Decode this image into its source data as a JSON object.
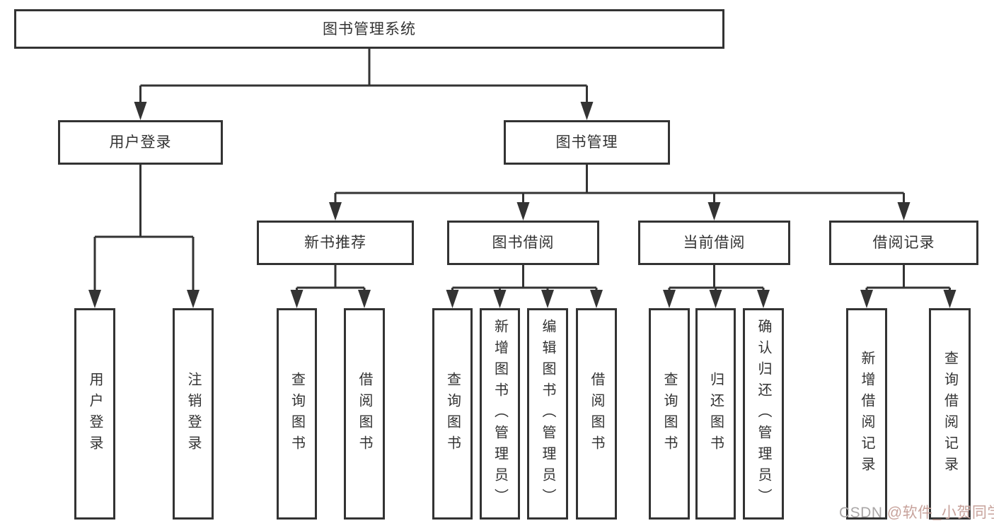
{
  "tree": {
    "root": {
      "label": "图书管理系统"
    },
    "branches": [
      {
        "label": "用户登录",
        "children": [
          {
            "label": "用户登录"
          },
          {
            "label": "注销登录"
          }
        ]
      },
      {
        "label": "图书管理",
        "children": [
          {
            "label": "新书推荐",
            "children": [
              {
                "label": "查询图书"
              },
              {
                "label": "借阅图书"
              }
            ]
          },
          {
            "label": "图书借阅",
            "children": [
              {
                "label": "查询图书"
              },
              {
                "label": "新增图书（管理员）"
              },
              {
                "label": "编辑图书（管理员）"
              },
              {
                "label": "借阅图书"
              }
            ]
          },
          {
            "label": "当前借阅",
            "children": [
              {
                "label": "查询图书"
              },
              {
                "label": "归还图书"
              },
              {
                "label": "确认归还（管理员）"
              }
            ]
          },
          {
            "label": "借阅记录",
            "children": [
              {
                "label": "新增借阅记录"
              },
              {
                "label": "查询借阅记录"
              }
            ]
          }
        ]
      }
    ]
  },
  "watermark": {
    "prefix": "CSDN ",
    "handle": "@软件_小贺同学"
  },
  "colors": {
    "line": "#333333",
    "text": "#333333",
    "background": "#ffffff",
    "watermark_prefix": "#aaa7a7",
    "watermark_handle": "#c7a29b"
  }
}
